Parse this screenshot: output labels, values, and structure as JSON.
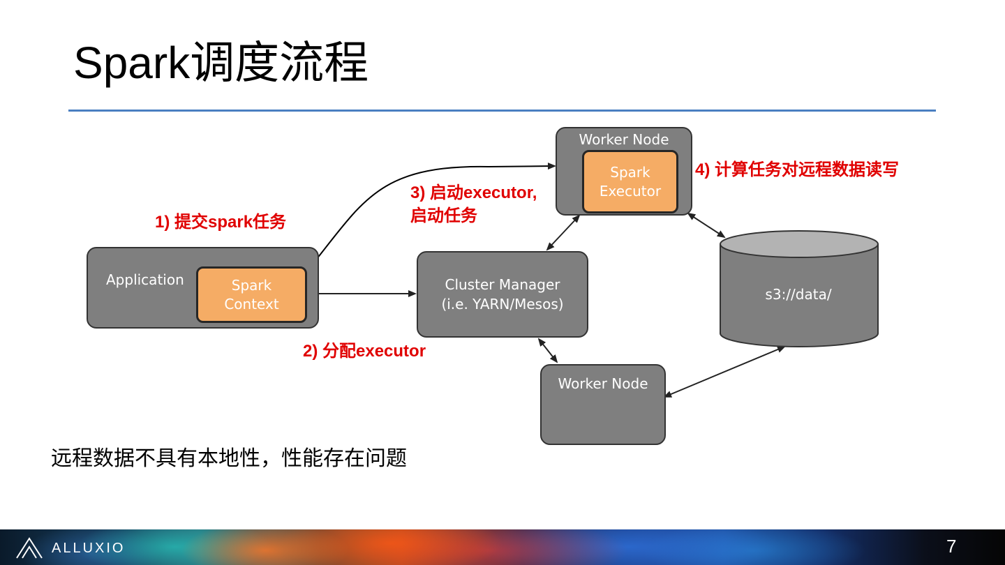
{
  "slide": {
    "title": "Spark调度流程",
    "rule_color": "#4a7fc1",
    "page_number": "7"
  },
  "diagram": {
    "application": {
      "label": "Application",
      "inner_line1": "Spark",
      "inner_line2": "Context"
    },
    "cluster_manager": {
      "line1": "Cluster Manager",
      "line2": "(i.e. YARN/Mesos)"
    },
    "worker_top": {
      "label": "Worker Node",
      "inner_line1": "Spark",
      "inner_line2": "Executor"
    },
    "worker_bottom": {
      "label": "Worker Node"
    },
    "storage": {
      "label": "s3://data/"
    },
    "notes": {
      "step1": "1) 提交spark任务",
      "step2": "2) 分配executor",
      "step3_line1": "3) 启动executor,",
      "step3_line2": "启动任务",
      "step4": "4) 计算任务对远程数据读写"
    },
    "colors": {
      "node_gray": "#7f7f7f",
      "executor_orange": "#f5ac65",
      "note_red": "#e00000",
      "cylinder_top": "#b3b3b3"
    }
  },
  "footer_note": "远程数据不具有本地性，性能存在问题",
  "branding": {
    "logo_text": "ALLUXIO",
    "logo_icon": "alluxio-logo-icon"
  }
}
